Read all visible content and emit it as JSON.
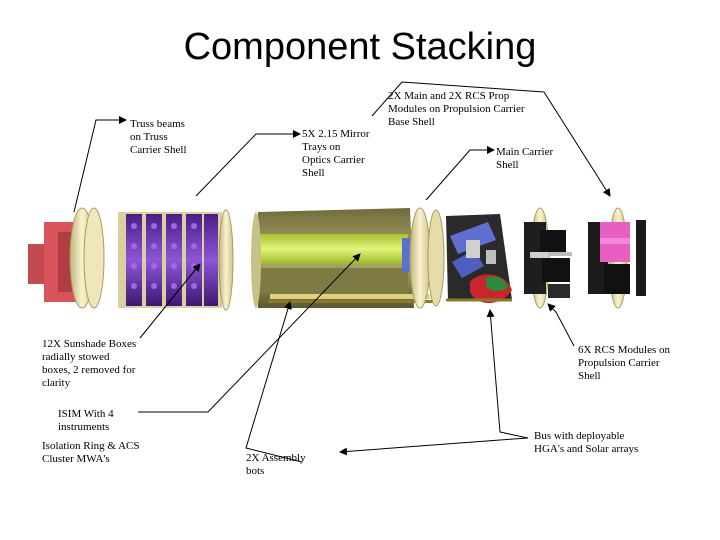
{
  "title": "Component Stacking",
  "labels": {
    "truss": "Truss beams\non Truss\nCarrier Shell",
    "mirror": "5X 2.15 Mirror\nTrays on\nOptics Carrier\nShell",
    "prop": "2X Main and 2X RCS Prop\nModules on Propulsion Carrier\nBase Shell",
    "main_carrier": "Main Carrier\nShell",
    "sunshade": "12X Sunshade Boxes\nradially stowed\nboxes, 2 removed for\nclarity",
    "rcs": "6X RCS Modules on\nPropulsion Carrier\nShell",
    "isim": "ISIM With 4\ninstruments",
    "isolation": "Isolation Ring & ACS\nCluster MWA's",
    "assembly": "2X Assembly\nbots",
    "bus": "Bus with deployable\nHGA's and Solar arrays"
  },
  "colors": {
    "red_block": "#d9535a",
    "ring": "#e8dca8",
    "purple": "#6a2fb0",
    "olive": "#8f8a52",
    "green": "#c9e24a",
    "blue": "#5f6fd0",
    "pink": "#e85fc4",
    "dark": "#1a1a1a"
  }
}
